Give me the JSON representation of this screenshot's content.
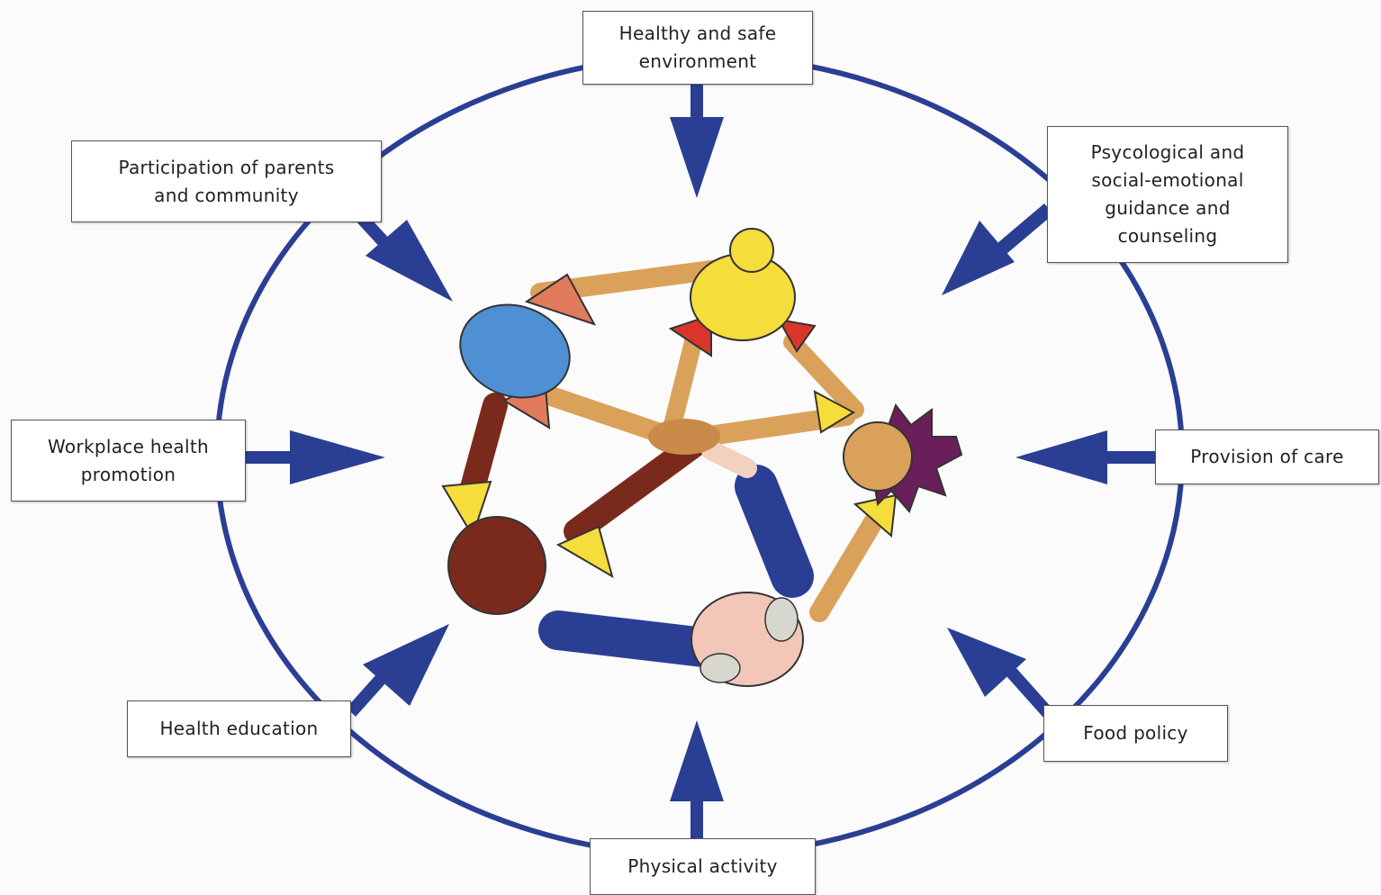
{
  "colors": {
    "ring": "#2a3f94",
    "arrow": "#2a3f94",
    "box_border": "#555555",
    "background": "#fbfbfb"
  },
  "factors": {
    "environment": [
      "Healthy and safe",
      "environment"
    ],
    "psychological": [
      "Psycological and",
      "social-emotional",
      "guidance and",
      "counseling"
    ],
    "care": [
      "Provision of care"
    ],
    "food": [
      "Food policy"
    ],
    "physical": [
      "Physical activity"
    ],
    "education": [
      "Health education"
    ],
    "workplace": [
      "Workplace health",
      "promotion"
    ],
    "parents": [
      "Participation of parents",
      "and community"
    ]
  },
  "center_illustration": "children-holding-hands-illustration"
}
